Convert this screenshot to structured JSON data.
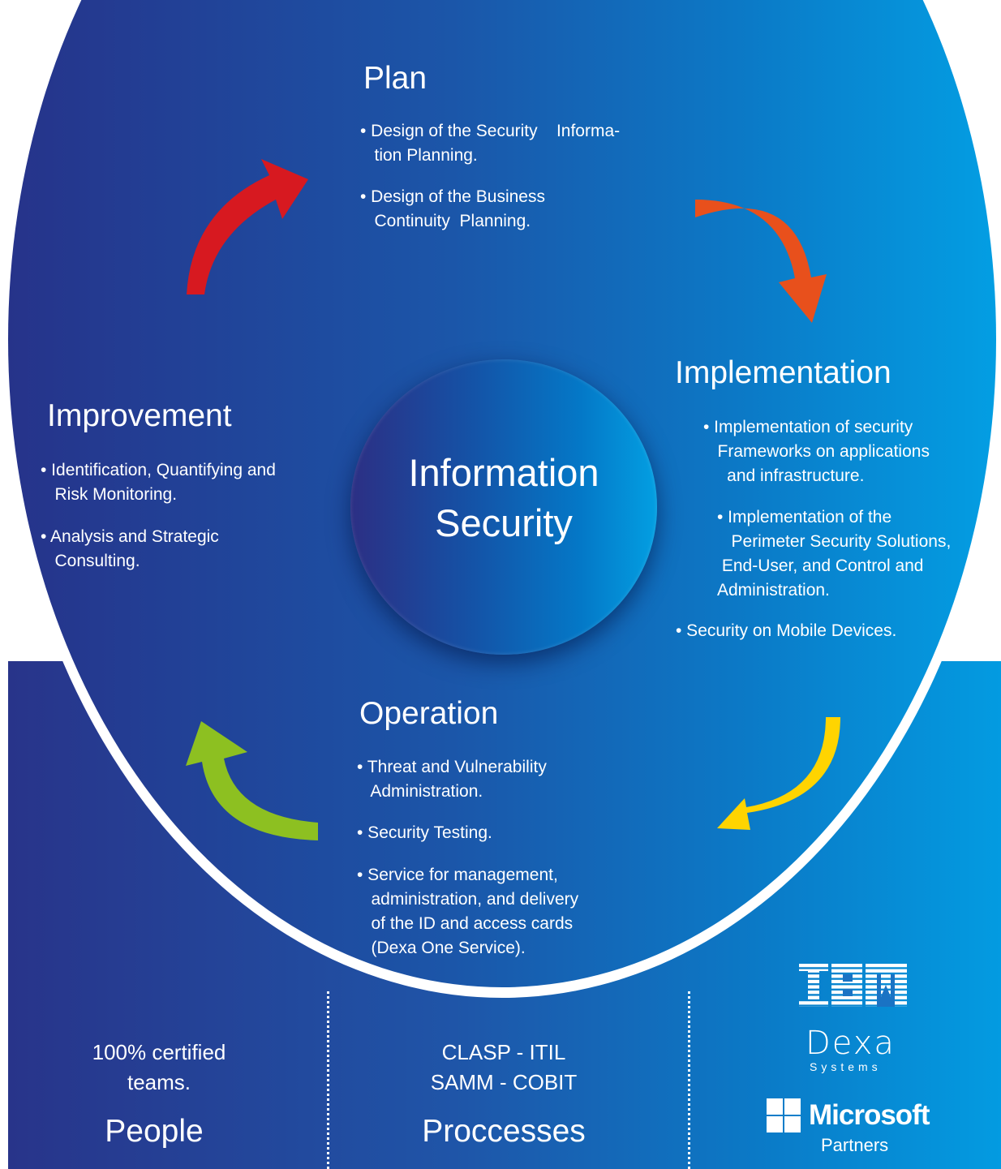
{
  "center": {
    "line1": "Information",
    "line2": "Security"
  },
  "plan": {
    "title": "Plan",
    "items": [
      "• Design of the Security    Informa-\n   tion Planning.",
      "• Design of the Business\n   Continuity  Planning."
    ]
  },
  "implementation": {
    "title": "Implementation",
    "items": [
      "• Implementation of security\n   Frameworks on applications\n     and infrastructure.",
      "• Implementation of the\n   Perimeter Security Solutions,\n End-User, and Control and\nAdministration.",
      "• Security on Mobile Devices."
    ]
  },
  "operation": {
    "title": "Operation",
    "items": [
      "• Threat and Vulnerability\n   Administration.",
      "• Security Testing.",
      "• Service for management,\n   administration, and delivery\n   of the ID and access cards\n   (Dexa One Service)."
    ]
  },
  "improvement": {
    "title": "Improvement",
    "items": [
      "• Identification, Quantifying and\n   Risk Monitoring.",
      "• Analysis and Strategic\n   Consulting."
    ]
  },
  "footer": {
    "people": {
      "text": "100% certified\nteams.",
      "title": "People"
    },
    "processes": {
      "text": "CLASP - ITIL\nSAMM - COBIT",
      "title": "Proccesses"
    },
    "partners": {
      "ibm": "IBM",
      "dexa": "Dexa",
      "dexa_sub": "Systems",
      "microsoft": "Microsoft",
      "label": "Partners"
    }
  },
  "colors": {
    "arrow_plan": "#d71920",
    "arrow_implementation": "#e8501c",
    "arrow_operation": "#ffd400",
    "arrow_improvement": "#8dc021"
  }
}
